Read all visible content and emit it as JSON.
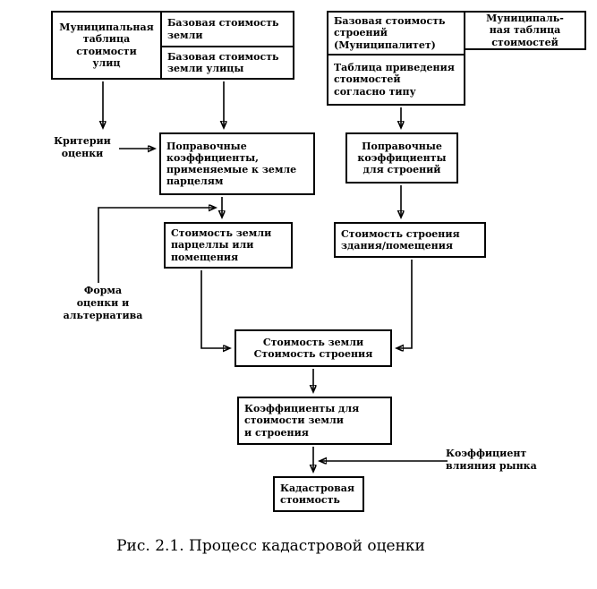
{
  "caption": "Рис. 2.1. Процесс кадастровой оценки",
  "nodes": {
    "municipal_street_table": "Муниципальная\nтаблица\nстоимости\nулиц",
    "base_land_value": "Базовая стоимость\nземли",
    "base_street_land_value": "Базовая стоимость\nземли улицы",
    "base_building_value": "Базовая стоимость\nстроений\n(Муниципалитет)",
    "municipal_value_table": "Муниципаль-\nная таблица\nстоимостей",
    "type_reduction_table": "Таблица приведения\nстоимостей\nсогласно типу",
    "evaluation_criteria": "Критерии\nоценки",
    "land_correction_coefficients": "Поправочные\nкоэффициенты,\nприменяемые к земле\nпарцелям",
    "building_correction_coefficients": "Поправочные\nкоэффициенты\nдля строений",
    "land_parcel_value": "Стоимость земли\nпарцеллы или\nпомещения",
    "building_value": "Стоимость строения\nздания/помещения",
    "evaluation_form": "Форма\nоценки и\nальтернатива",
    "land_and_building_value": "Стоимость земли\nСтоимость строения",
    "value_coefficients": "Коэффициенты для\nстоимости земли\nи строения",
    "market_influence_coefficient": "Коэффициент\nвлияния рынка",
    "cadastral_value": "Кадастровая\nстоимость"
  },
  "colors": {
    "line": "#000000",
    "background": "#ffffff"
  }
}
